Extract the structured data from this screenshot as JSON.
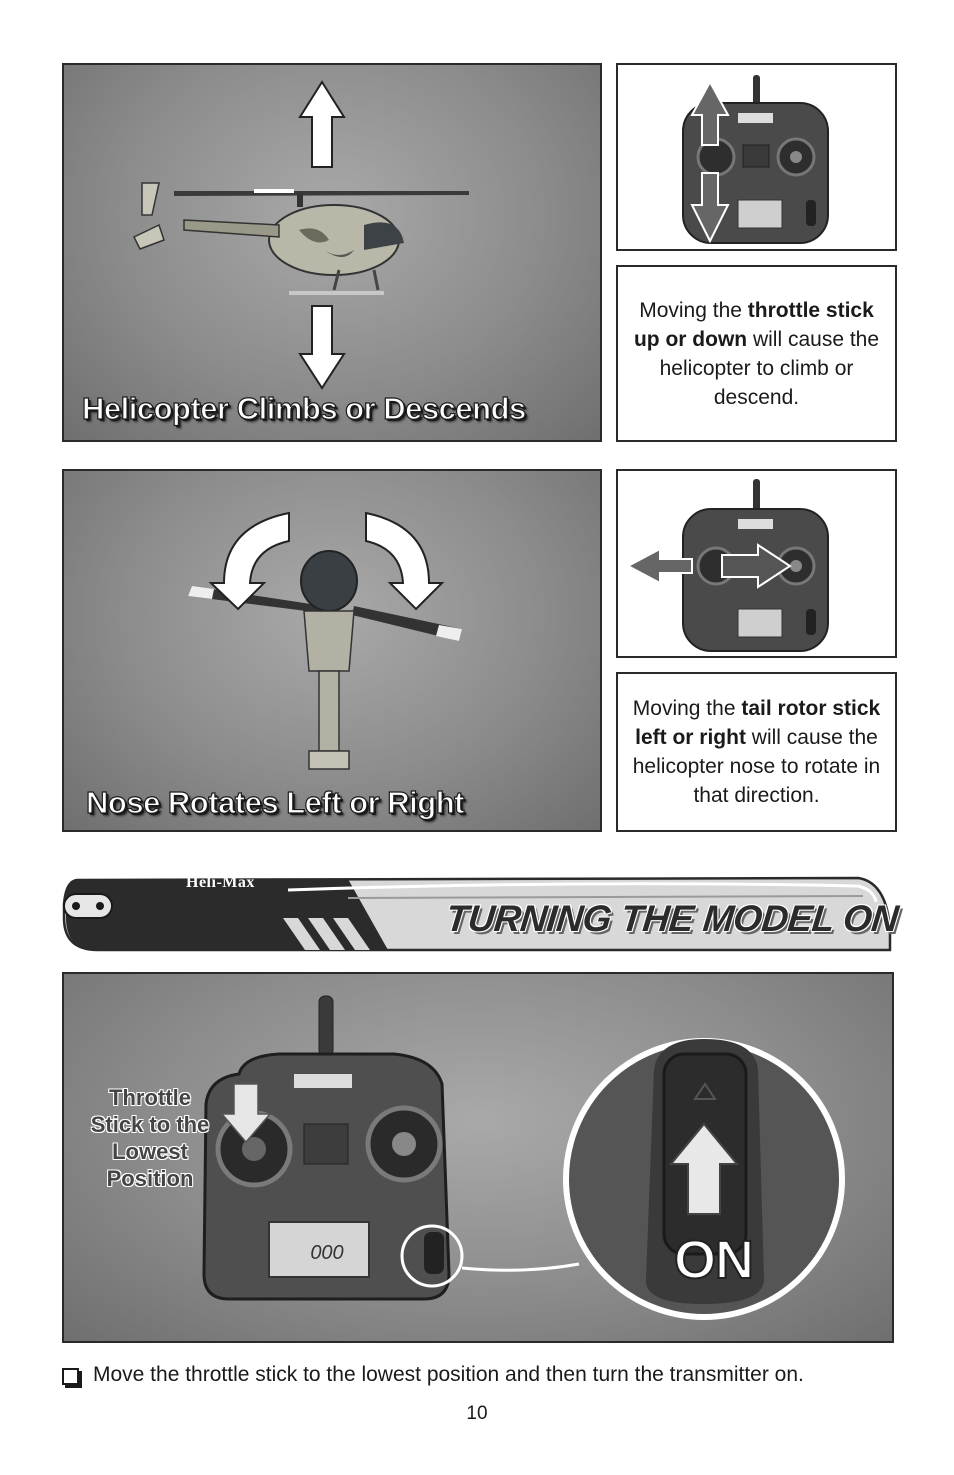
{
  "section1": {
    "photo_caption": "Helicopter Climbs or Descends",
    "desc_pre": "Moving the ",
    "desc_bold": "throttle stick up or down",
    "desc_post": " will cause the helicopter to climb or descend."
  },
  "section2": {
    "photo_caption": "Nose Rotates Left or Right",
    "desc_pre": "Moving the ",
    "desc_bold": "tail rotor stick left or right",
    "desc_post": " will cause the helicopter nose to rotate in that direction."
  },
  "banner": {
    "brand": "Heli-Max",
    "title": "TURNING THE MODEL ON"
  },
  "section3": {
    "overlay_label": "Throttle Stick to the Lowest Position",
    "on_label": "ON",
    "screen_digits": "000"
  },
  "checklist": {
    "item": "Move the throttle stick to the lowest position and then turn the transmitter on."
  },
  "page_number": "10",
  "colors": {
    "photo_bg": "#8c8c8c",
    "arrow_fill": "#ffffff",
    "border": "#2a2a2a"
  }
}
